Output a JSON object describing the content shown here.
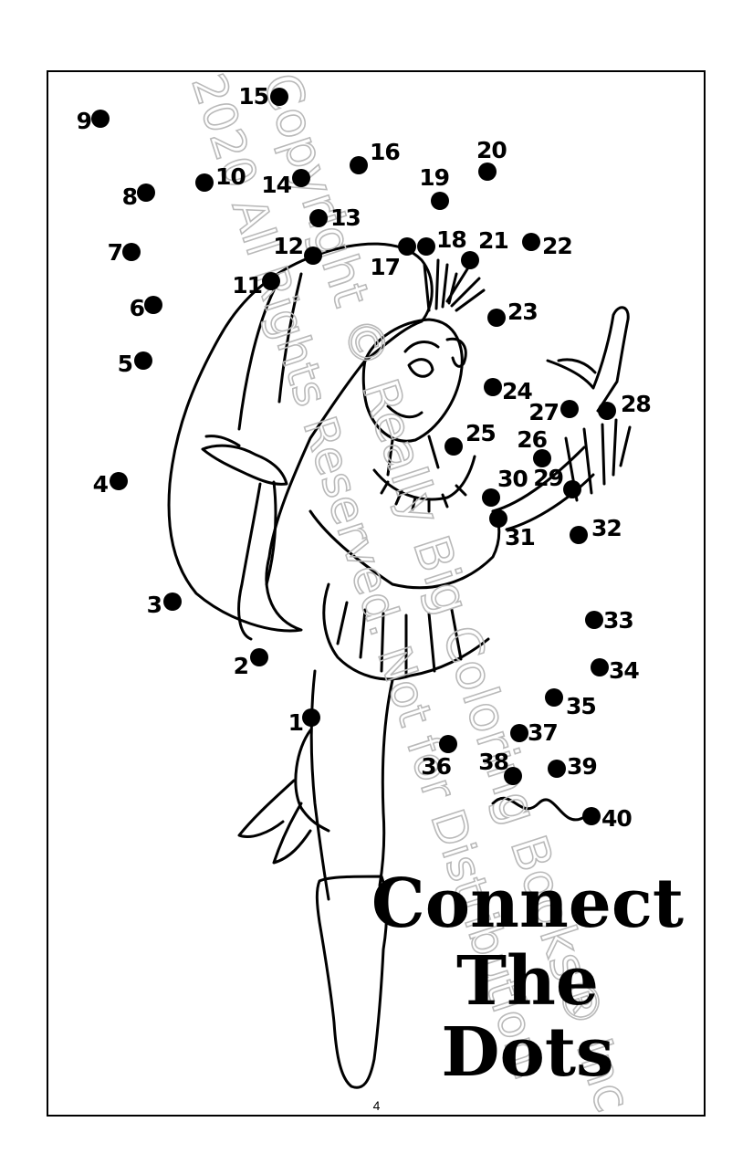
{
  "title": {
    "line1": "Connect",
    "line2": "The",
    "line3": "Dots"
  },
  "watermark": {
    "line1": "Copyright © Really Big Coloring Books® Inc",
    "line2": "2020 All Rights Reserved. Not for Distribution."
  },
  "page_number": "4",
  "colors": {
    "ink": "#000000",
    "watermark": "#b9b9b9",
    "paper": "#ffffff"
  },
  "dots": [
    {
      "n": "1"
    },
    {
      "n": "2"
    },
    {
      "n": "3"
    },
    {
      "n": "4"
    },
    {
      "n": "5"
    },
    {
      "n": "6"
    },
    {
      "n": "7"
    },
    {
      "n": "8"
    },
    {
      "n": "9"
    },
    {
      "n": "10"
    },
    {
      "n": "11"
    },
    {
      "n": "12"
    },
    {
      "n": "13"
    },
    {
      "n": "14"
    },
    {
      "n": "15"
    },
    {
      "n": "16"
    },
    {
      "n": "17"
    },
    {
      "n": "18"
    },
    {
      "n": "19"
    },
    {
      "n": "20"
    },
    {
      "n": "21"
    },
    {
      "n": "22"
    },
    {
      "n": "23"
    },
    {
      "n": "24"
    },
    {
      "n": "25"
    },
    {
      "n": "26"
    },
    {
      "n": "27"
    },
    {
      "n": "28"
    },
    {
      "n": "29"
    },
    {
      "n": "30"
    },
    {
      "n": "31"
    },
    {
      "n": "32"
    },
    {
      "n": "33"
    },
    {
      "n": "34"
    },
    {
      "n": "35"
    },
    {
      "n": "36"
    },
    {
      "n": "37"
    },
    {
      "n": "38"
    },
    {
      "n": "39"
    },
    {
      "n": "40"
    }
  ]
}
